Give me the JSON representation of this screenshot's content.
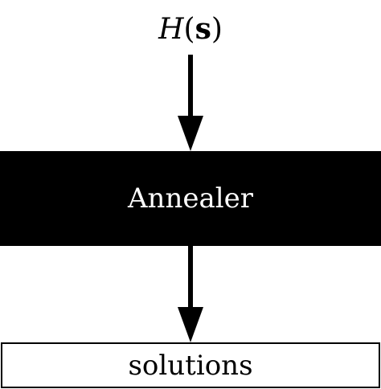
{
  "input": {
    "symbol": "H",
    "open_paren": "(",
    "argument": "s",
    "close_paren": ")"
  },
  "processor": {
    "label": "Annealer"
  },
  "output": {
    "label": "solutions"
  },
  "colors": {
    "box_fill": "#000000",
    "box_text": "#ffffff",
    "arrow": "#000000",
    "output_border": "#000000",
    "background": "#ffffff"
  }
}
